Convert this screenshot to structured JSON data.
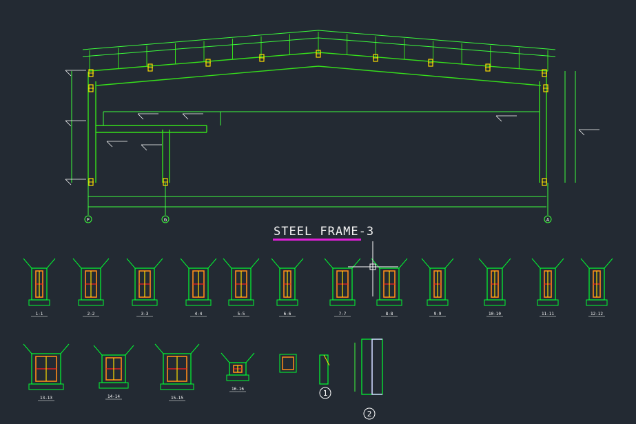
{
  "drawing": {
    "title": "STEEL FRAME-3",
    "title_underline_color": "#e01fd8",
    "background_color": "#232a33"
  },
  "grid_axes": [
    "F",
    "G",
    "A"
  ],
  "colors": {
    "frame": "#36e01b",
    "member": "#00ff33",
    "dimension": "#3cff3c",
    "bolt": "#ffe000",
    "annotation": "#ffffff",
    "stiffener": "#ff2020",
    "detail_plate": "#ff8c1a"
  },
  "details": {
    "row1": [
      "1-1",
      "2-2",
      "3-3",
      "4-4",
      "5-5",
      "6-6",
      "7-7",
      "8-8",
      "9-9",
      "10-10",
      "11-11",
      "12-12"
    ],
    "row2": [
      "13-13",
      "14-14",
      "15-15",
      "16-16"
    ],
    "callouts": [
      "1",
      "2"
    ]
  }
}
